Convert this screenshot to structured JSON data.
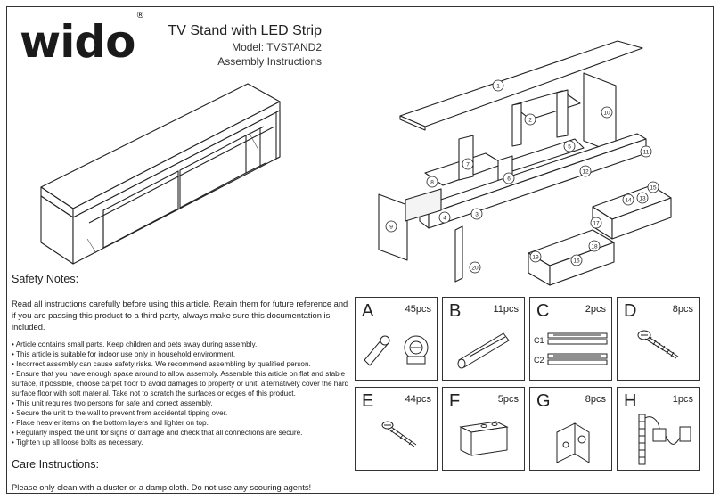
{
  "header": {
    "brand": "wido",
    "brand_mark": "®",
    "title": "TV Stand with LED Strip",
    "model": "Model: TVSTAND2",
    "doc_type": "Assembly Instructions"
  },
  "safety": {
    "heading": "Safety Notes:",
    "intro": "Read all instructions carefully before using this article. Retain them for future reference and if you are passing this product to a third party, always make sure this documentation is included.",
    "items": [
      "• Article contains small parts. Keep children and pets away during assembly.",
      "• This article is suitable for indoor use only in household environment.",
      "• Incorrect assembly can cause safety risks. We recommend assembling by qualified person.",
      "• Ensure that you have enough space around to allow assembly. Assemble this article on flat and stable surface, if possible, choose carpet floor to avoid damages to property or unit, alternatively cover the hard surface floor with soft material. Take not to scratch the surfaces or edges of this product.",
      "• This unit requires two persons for safe and correct assembly.",
      "• Secure the unit to the wall to prevent from accidental tipping over.",
      "• Place heavier items on the bottom layers and lighter on top.",
      "• Regularly inspect the unit for signs of damage and check that all connections are secure.",
      "• Tighten up all loose bolts as necessary."
    ]
  },
  "care": {
    "heading": "Care Instructions:",
    "text": "Please only clean with a duster or a damp cloth. Do not use any scouring agents!"
  },
  "exploded_view": {
    "part_numbers": [
      "1",
      "2",
      "3",
      "4",
      "5",
      "6",
      "7",
      "8",
      "9",
      "10",
      "11",
      "12",
      "13",
      "14",
      "15",
      "16",
      "17",
      "18",
      "19",
      "20"
    ]
  },
  "hardware": [
    {
      "letter": "A",
      "qty": "45pcs",
      "icon": "cam-lock-and-dowel-icon"
    },
    {
      "letter": "B",
      "qty": "11pcs",
      "icon": "wooden-dowel-icon"
    },
    {
      "letter": "C",
      "qty": "2pcs",
      "icon": "drawer-runner-icon",
      "sub_labels": [
        "C1",
        "C2"
      ]
    },
    {
      "letter": "D",
      "qty": "8pcs",
      "icon": "screw-icon"
    },
    {
      "letter": "E",
      "qty": "44pcs",
      "icon": "screw-icon"
    },
    {
      "letter": "F",
      "qty": "5pcs",
      "icon": "foot-icon"
    },
    {
      "letter": "G",
      "qty": "8pcs",
      "icon": "bracket-icon"
    },
    {
      "letter": "H",
      "qty": "1pcs",
      "icon": "led-strip-icon"
    }
  ]
}
